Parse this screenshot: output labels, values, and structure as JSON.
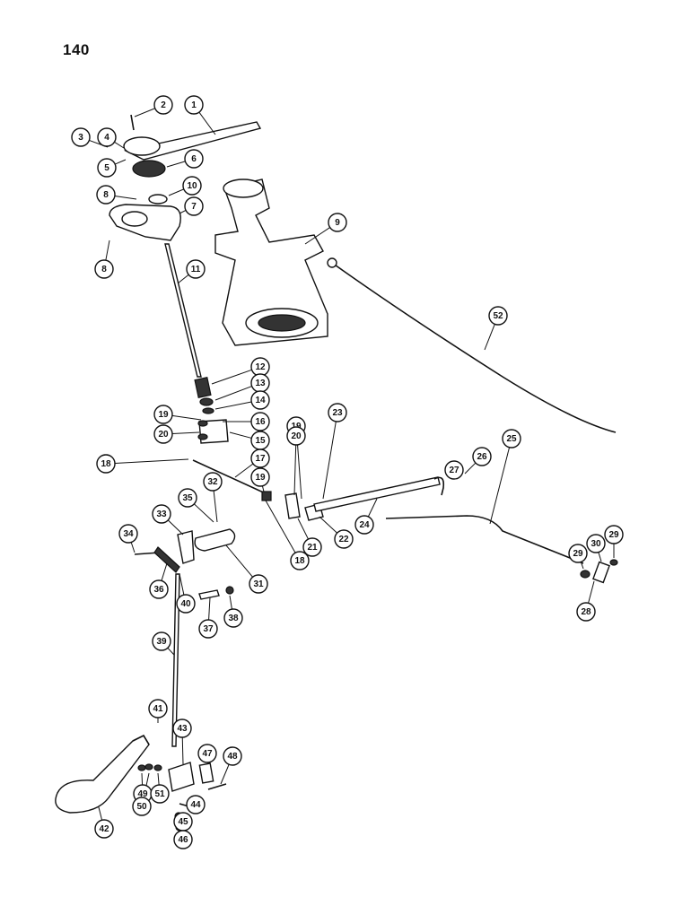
{
  "page_number": "140",
  "callouts": [
    {
      "label": "1"
    },
    {
      "label": "2"
    },
    {
      "label": "3"
    },
    {
      "label": "4"
    },
    {
      "label": "5"
    },
    {
      "label": "6"
    },
    {
      "label": "7"
    },
    {
      "label": "8"
    },
    {
      "label": "8"
    },
    {
      "label": "9"
    },
    {
      "label": "10"
    },
    {
      "label": "11"
    },
    {
      "label": "12"
    },
    {
      "label": "13"
    },
    {
      "label": "14"
    },
    {
      "label": "15"
    },
    {
      "label": "16"
    },
    {
      "label": "17"
    },
    {
      "label": "18"
    },
    {
      "label": "18"
    },
    {
      "label": "19"
    },
    {
      "label": "19"
    },
    {
      "label": "19"
    },
    {
      "label": "20"
    },
    {
      "label": "20"
    },
    {
      "label": "21"
    },
    {
      "label": "22"
    },
    {
      "label": "23"
    },
    {
      "label": "24"
    },
    {
      "label": "25"
    },
    {
      "label": "26"
    },
    {
      "label": "27"
    },
    {
      "label": "28"
    },
    {
      "label": "29"
    },
    {
      "label": "29"
    },
    {
      "label": "30"
    },
    {
      "label": "31"
    },
    {
      "label": "32"
    },
    {
      "label": "33"
    },
    {
      "label": "34"
    },
    {
      "label": "35"
    },
    {
      "label": "36"
    },
    {
      "label": "37"
    },
    {
      "label": "38"
    },
    {
      "label": "39"
    },
    {
      "label": "40"
    },
    {
      "label": "41"
    },
    {
      "label": "42"
    },
    {
      "label": "43"
    },
    {
      "label": "44"
    },
    {
      "label": "45"
    },
    {
      "label": "46"
    },
    {
      "label": "47"
    },
    {
      "label": "48"
    },
    {
      "label": "49"
    },
    {
      "label": "50"
    },
    {
      "label": "51"
    },
    {
      "label": "52"
    }
  ]
}
